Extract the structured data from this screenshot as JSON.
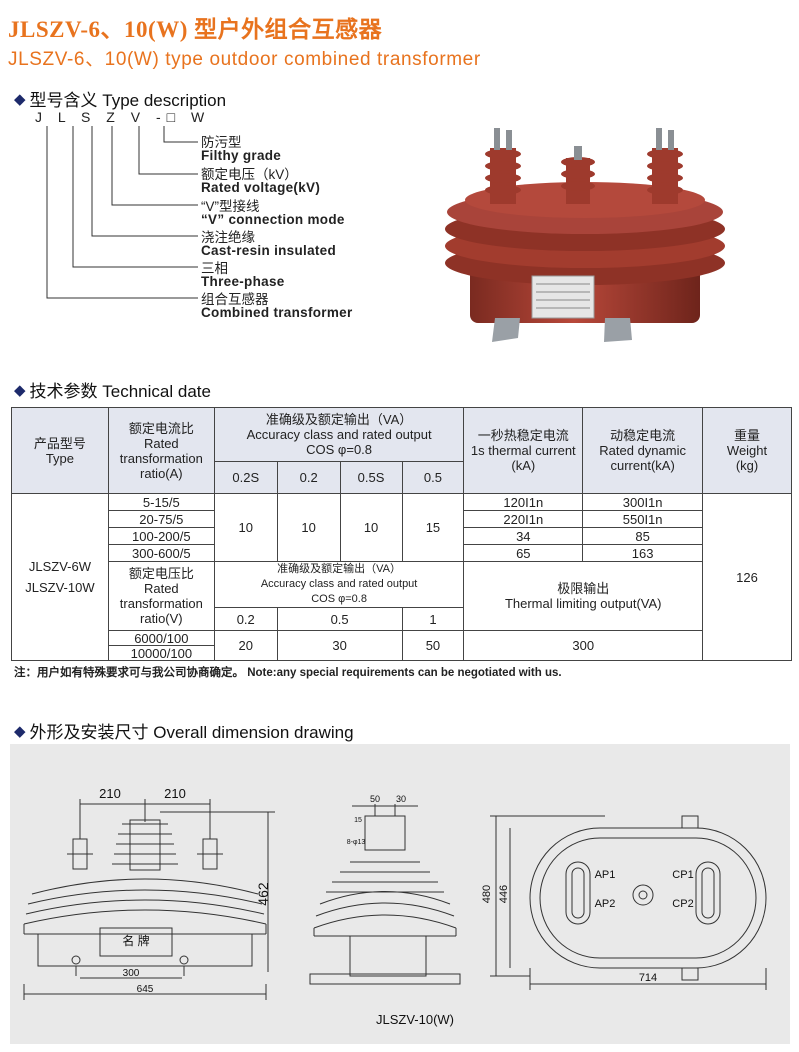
{
  "header": {
    "title_cn": "JLSZV-6、10(W) 型户外组合互感器",
    "title_en": "JLSZV-6、10(W)  type  outdoor combined  transformer"
  },
  "type_section": {
    "heading": "型号含义 Type description",
    "code": "J L S Z V  -□  W",
    "items": [
      {
        "cn": "防污型",
        "en": "Filthy grade"
      },
      {
        "cn": "额定电压（kV）",
        "en": "Rated voltage(kV)"
      },
      {
        "cn": "“V”型接线",
        "en": "“V” connection mode"
      },
      {
        "cn": "浇注绝缘",
        "en": "Cast-resin insulated"
      },
      {
        "cn": "三相",
        "en": "Three-phase"
      },
      {
        "cn": "组合互感器",
        "en": "Combined  transformer"
      }
    ]
  },
  "tech_section": {
    "heading": "技术参数 Technical date",
    "h_model_cn": "产品型号",
    "h_model_en": "Type",
    "h_ratio_cn": "额定电流比",
    "h_ratio_en1": "Rated",
    "h_ratio_en2": "transformation",
    "h_ratio_en3": "ratio(A)",
    "h_acc_cn": "准确级及额定输出（VA）",
    "h_acc_en": "Accuracy class and rated output",
    "h_acc_cos": "COS φ=0.8",
    "classes": [
      "0.2S",
      "0.2",
      "0.5S",
      "0.5"
    ],
    "h_thermal_cn": "一秒热稳定电流",
    "h_thermal_en1": "1s thermal current",
    "h_thermal_en2": "(kA)",
    "h_dyn_cn": "动稳定电流",
    "h_dyn_en1": "Rated dynamic",
    "h_dyn_en2": "current(kA)",
    "h_weight_cn": "重量",
    "h_weight_en1": "Weight",
    "h_weight_en2": "(kg)",
    "model1": "JLSZV-6W",
    "model2": "JLSZV-10W",
    "ratios": [
      "5-15/5",
      "20-75/5",
      "100-200/5",
      "300-600/5"
    ],
    "outputs": [
      "10",
      "10",
      "10",
      "15"
    ],
    "thermal": [
      "120I1n",
      "220I1n",
      "34",
      "65"
    ],
    "dynamic": [
      "300I1n",
      "550I1n",
      "85",
      "163"
    ],
    "weight": "126",
    "v_ratio_cn": "额定电压比",
    "v_ratio_en1": "Rated",
    "v_ratio_en2": "transformation",
    "v_ratio_en3": "ratio(V)",
    "v_acc_cn": "准确级及额定输出（VA）",
    "v_acc_en": "Accuracy class and rated output",
    "v_acc_cos": "COS φ=0.8",
    "v_classes": [
      "0.2",
      "0.5",
      "1"
    ],
    "limit_cn": "极限输出",
    "limit_en": "Thermal limiting output(VA)",
    "v_ratios": [
      "6000/100",
      "10000/100"
    ],
    "v_outputs": [
      "20",
      "30",
      "50"
    ],
    "limit_value": "300"
  },
  "note": "注：用户如有特殊要求可与我公司协商确定。  Note:any special requirements can be negotiated with us.",
  "dimension_section": {
    "heading": "外形及安装尺寸 Overall dimension drawing",
    "d210a": "210",
    "d210b": "210",
    "d462": "462",
    "d300": "300",
    "d645": "645",
    "nameplate": "名  牌",
    "d50": "50",
    "d30": "30",
    "d_side_small": "8-φ13",
    "d_side_15": "15",
    "d480": "480",
    "d446": "446",
    "d714": "714",
    "ap1": "AP1",
    "ap2": "AP2",
    "cp1": "CP1",
    "cp2": "CP2",
    "caption": "JLSZV-10(W)"
  },
  "colors": {
    "accent": "#e8731e",
    "diamond": "#1d2a6b",
    "product": "#a03a2c",
    "table_header": "#e3e6ef",
    "drawing_bg": "#e9e9e9"
  }
}
